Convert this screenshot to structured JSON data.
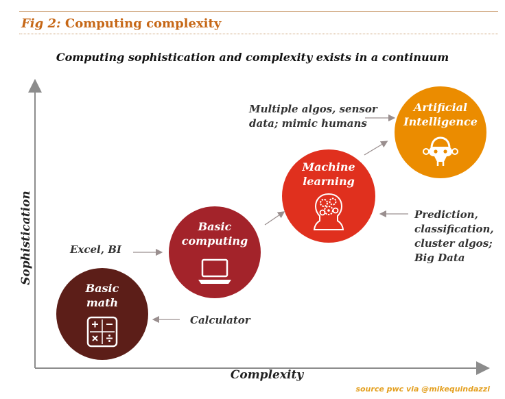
{
  "figure": {
    "number": "Fig 2:",
    "title": "Computing complexity",
    "headline": "Computing sophistication and complexity exists in a continuum",
    "source": "source pwc via @mikequindazzi"
  },
  "axes": {
    "y_label": "Sophistication",
    "x_label": "Complexity"
  },
  "stages": [
    {
      "line1": "Basic",
      "line2": "math",
      "icon": "calculator-icon",
      "color": "#5c1e18"
    },
    {
      "line1": "Basic",
      "line2": "computing",
      "icon": "laptop-icon",
      "color": "#a3232a"
    },
    {
      "line1": "Machine",
      "line2": "learning",
      "icon": "brain-gears-head-icon",
      "color": "#e0301e"
    },
    {
      "line1": "Artificial",
      "line2": "Intelligence",
      "icon": "robot-head-icon",
      "color": "#eb8c00"
    }
  ],
  "notes": {
    "calculator": "Calculator",
    "excel": "Excel, BI",
    "ml_lines": [
      "Prediction,",
      "classification,",
      "cluster algos;",
      "Big Data"
    ],
    "ai_lines": [
      "Multiple algos, sensor",
      "data; mimic humans"
    ]
  },
  "colors": {
    "title": "#c66716",
    "source": "#e4a020",
    "axis": "#8c8c8c",
    "arrow": "#9a8f8f"
  }
}
